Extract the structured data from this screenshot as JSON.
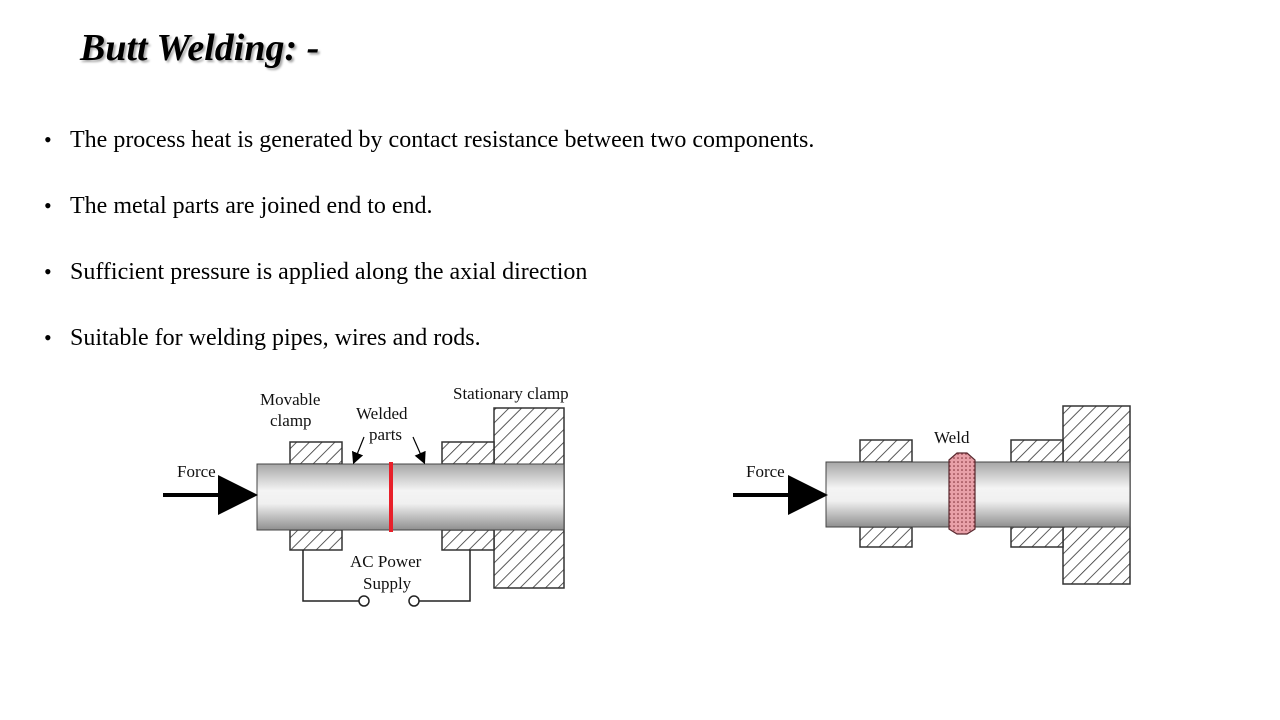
{
  "slide": {
    "title": "Butt Welding: -",
    "bullets": [
      "The process heat is generated by contact resistance between two components.",
      "The metal parts are joined end to end.",
      "Sufficient pressure is applied along the axial direction",
      "Suitable for welding pipes, wires and rods."
    ]
  },
  "diagram_left": {
    "force_label": "Force",
    "movable_clamp_label_1": "Movable",
    "movable_clamp_label_2": "clamp",
    "welded_parts_label_1": "Welded",
    "welded_parts_label_2": "parts",
    "stationary_clamp_label": "Stationary clamp",
    "power_supply_label_1": "AC Power",
    "power_supply_label_2": "Supply"
  },
  "diagram_right": {
    "force_label": "Force",
    "weld_label": "Weld"
  },
  "colors": {
    "weld_line": "#e8202a",
    "weld_bead": "#e8a0a8",
    "hatch": "#333333"
  }
}
